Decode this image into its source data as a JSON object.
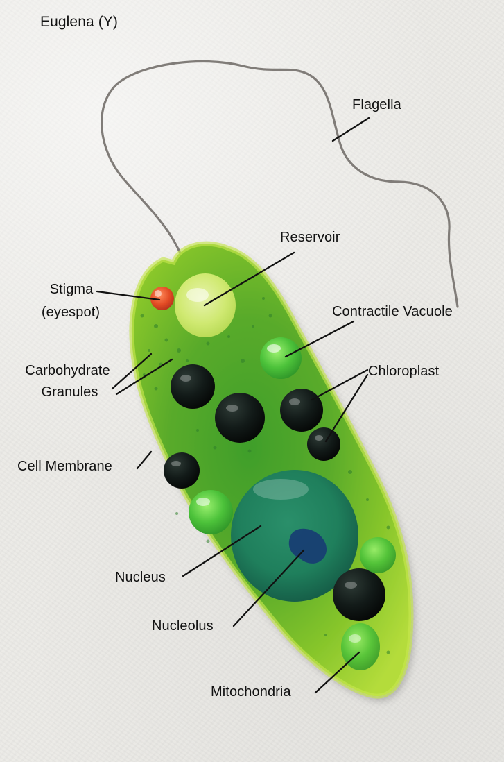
{
  "title": "Euglena (Y)",
  "labels": {
    "flagella": "Flagella",
    "reservoir": "Reservoir",
    "stigma_line1": "Stigma",
    "stigma_line2": "(eyespot)",
    "contractile_vacuole": "Contractile Vacuole",
    "carbohydrate_line1": "Carbohydrate",
    "carbohydrate_line2": "Granules",
    "chloroplast": "Chloroplast",
    "cell_membrane": "Cell Membrane",
    "nucleus": "Nucleus",
    "nucleolus": "Nucleolus",
    "mitochondria": "Mitochondria"
  },
  "colors": {
    "background": "#ECEBE7",
    "cell_body": "#8BC62A",
    "cell_inner": "#3D9A2B",
    "nucleus": "#1F7F5C",
    "nucleolus": "#173B73",
    "chloroplast": "#121A18",
    "stigma": "#E24B24",
    "label_text": "#111111",
    "leader_line": "#111111",
    "flagellum_wire": "#7F7C79"
  }
}
